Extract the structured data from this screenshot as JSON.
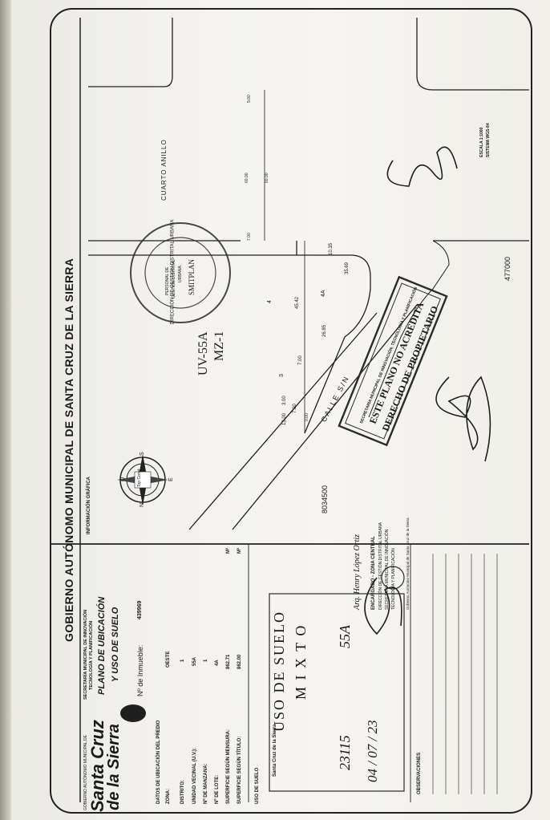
{
  "header": {
    "title": "GOBIERNO AUTÓNOMO MUNICIPAL DE SANTA CRUZ DE LA SIERRA"
  },
  "logo": {
    "small_caption": "GOBIERNO AUTÓNOMO MUNICIPAL DE",
    "line1": "Santa Cruz",
    "line2": "de la Sierra"
  },
  "secretaria": {
    "line1": "SECRETARÍA MUNICIPAL DE INNOVACIÓN",
    "line2": "TECNOLOGÍA Y PLANIFICACIÓN"
  },
  "plano_title": {
    "line1": "PLANO DE UBICACIÓN",
    "line2": "Y USO DE SUELO"
  },
  "inmueble": {
    "label": "Nº de Inmueble:",
    "value": "439969"
  },
  "datos": {
    "heading": "DATOS DE UBICACIÓN DEL PREDIO",
    "rows": [
      {
        "label": "ZONA:",
        "value": "OESTE",
        "unit": ""
      },
      {
        "label": "DISTRITO:",
        "value": "1",
        "unit": ""
      },
      {
        "label": "UNIDAD VECINAL (U.V.):",
        "value": "55A",
        "unit": ""
      },
      {
        "label": "Nº DE MANZANA:",
        "value": "1",
        "unit": ""
      },
      {
        "label": "Nº DE LOTE:",
        "value": "4A",
        "unit": ""
      },
      {
        "label": "SUPERFICIE SEGÚN MENSURA:",
        "value": "862.71",
        "unit": "M²"
      },
      {
        "label": "SUPERFICIE SEGÚN TÍTULO:",
        "value": "862.00",
        "unit": "M²"
      }
    ]
  },
  "uso_suelo": {
    "heading": "USO DE SUELO",
    "stamp_title": "USO DE SUELO",
    "stamp_value": "M I X T O",
    "stamp_logo": "Santa Cruz de la Sierra",
    "handwritten_1": "23115",
    "handwritten_2": "55A",
    "handwritten_date": "04 / 07 / 23"
  },
  "encargado": {
    "name": "Arq. Henry López Ortiz",
    "line1": "ENCARGADO - ZONA CENTRAL",
    "line2": "DIRECCIÓN DE GESTIÓN DISTRITAL URBANA",
    "line3": "SECRETARÍA MUNICIPAL DE INNOVACIÓN",
    "line4": "TECNOLOGÍA Y PLANIFICACIÓN",
    "footer": "Gobierno Autónomo Municipal de Santa Cruz de la Sierra"
  },
  "observaciones": {
    "heading": "OBSERVACIONES"
  },
  "map": {
    "section_label": "INFORMACIÓN GRÁFICA",
    "compass_letters": {
      "n": "N",
      "s": "S",
      "e": "E",
      "o": "O"
    },
    "compass_center": "Top Const",
    "street_anillo": "CUARTO ANILLO",
    "street_calle": "CALLE S/N",
    "uv_label": "UV-55A",
    "mz_label": "MZ-1",
    "lot_markers": [
      "3",
      "4",
      "4A"
    ],
    "dimensions": [
      "45.42",
      "26.85",
      "10.35",
      "7.00",
      "3.00",
      "7.00",
      "13.00",
      "0.00",
      "35.69",
      "5.00",
      "60.00",
      "60.00",
      "7.00"
    ],
    "coord_y": "8034500",
    "coord_x": "477000",
    "scale": "ESCALA 1:1000",
    "sistema": "SISTEMA WGS-84"
  },
  "seal_round": {
    "ring_text": "DIRECCIÓN DE GESTIÓN DISTRITAL URBANA",
    "center_1": "PERSONAL DE",
    "center_2": "GESTIÓN DISTRITAL",
    "center_3": "URBANA",
    "center_4": "SMITPLAN"
  },
  "stamp_rect": {
    "header": "SECRETARÍA MUNICIPAL DE INNOVACIÓN, TECNOLOGÍA Y PLANIFICACIÓN",
    "line1": "ESTE PLANO NO ACREDITA",
    "line2": "DERECHO DE PROPIETARIO"
  },
  "colors": {
    "ink": "#1f1f1f",
    "stamp": "#2b2b2b",
    "paper": "#f3f2ee"
  }
}
